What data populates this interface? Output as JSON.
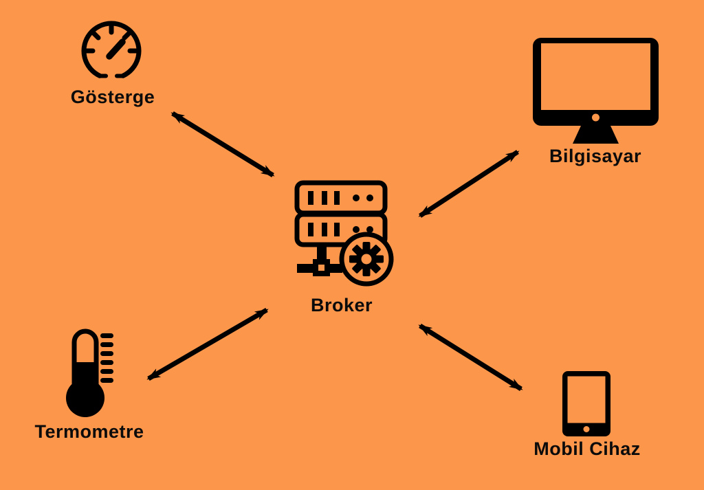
{
  "diagram": {
    "type": "hub-and-spoke-topology",
    "background_color": "#FB964B",
    "foreground_color": "#000000",
    "center_node": "Broker",
    "nodes": [
      {
        "id": "gosterge",
        "label": "Gösterge",
        "icon": "gauge-icon"
      },
      {
        "id": "bilgisayar",
        "label": "Bilgisayar",
        "icon": "desktop-computer-icon"
      },
      {
        "id": "broker",
        "label": "Broker",
        "icon": "server-gear-icon"
      },
      {
        "id": "termometre",
        "label": "Termometre",
        "icon": "thermometer-icon"
      },
      {
        "id": "mobil-cihaz",
        "label": "Mobil Cihaz",
        "icon": "tablet-icon"
      }
    ],
    "edges": [
      {
        "from": "gosterge",
        "to": "broker",
        "style": "double-arrow"
      },
      {
        "from": "bilgisayar",
        "to": "broker",
        "style": "double-arrow"
      },
      {
        "from": "termometre",
        "to": "broker",
        "style": "double-arrow"
      },
      {
        "from": "mobil-cihaz",
        "to": "broker",
        "style": "double-arrow"
      }
    ]
  }
}
